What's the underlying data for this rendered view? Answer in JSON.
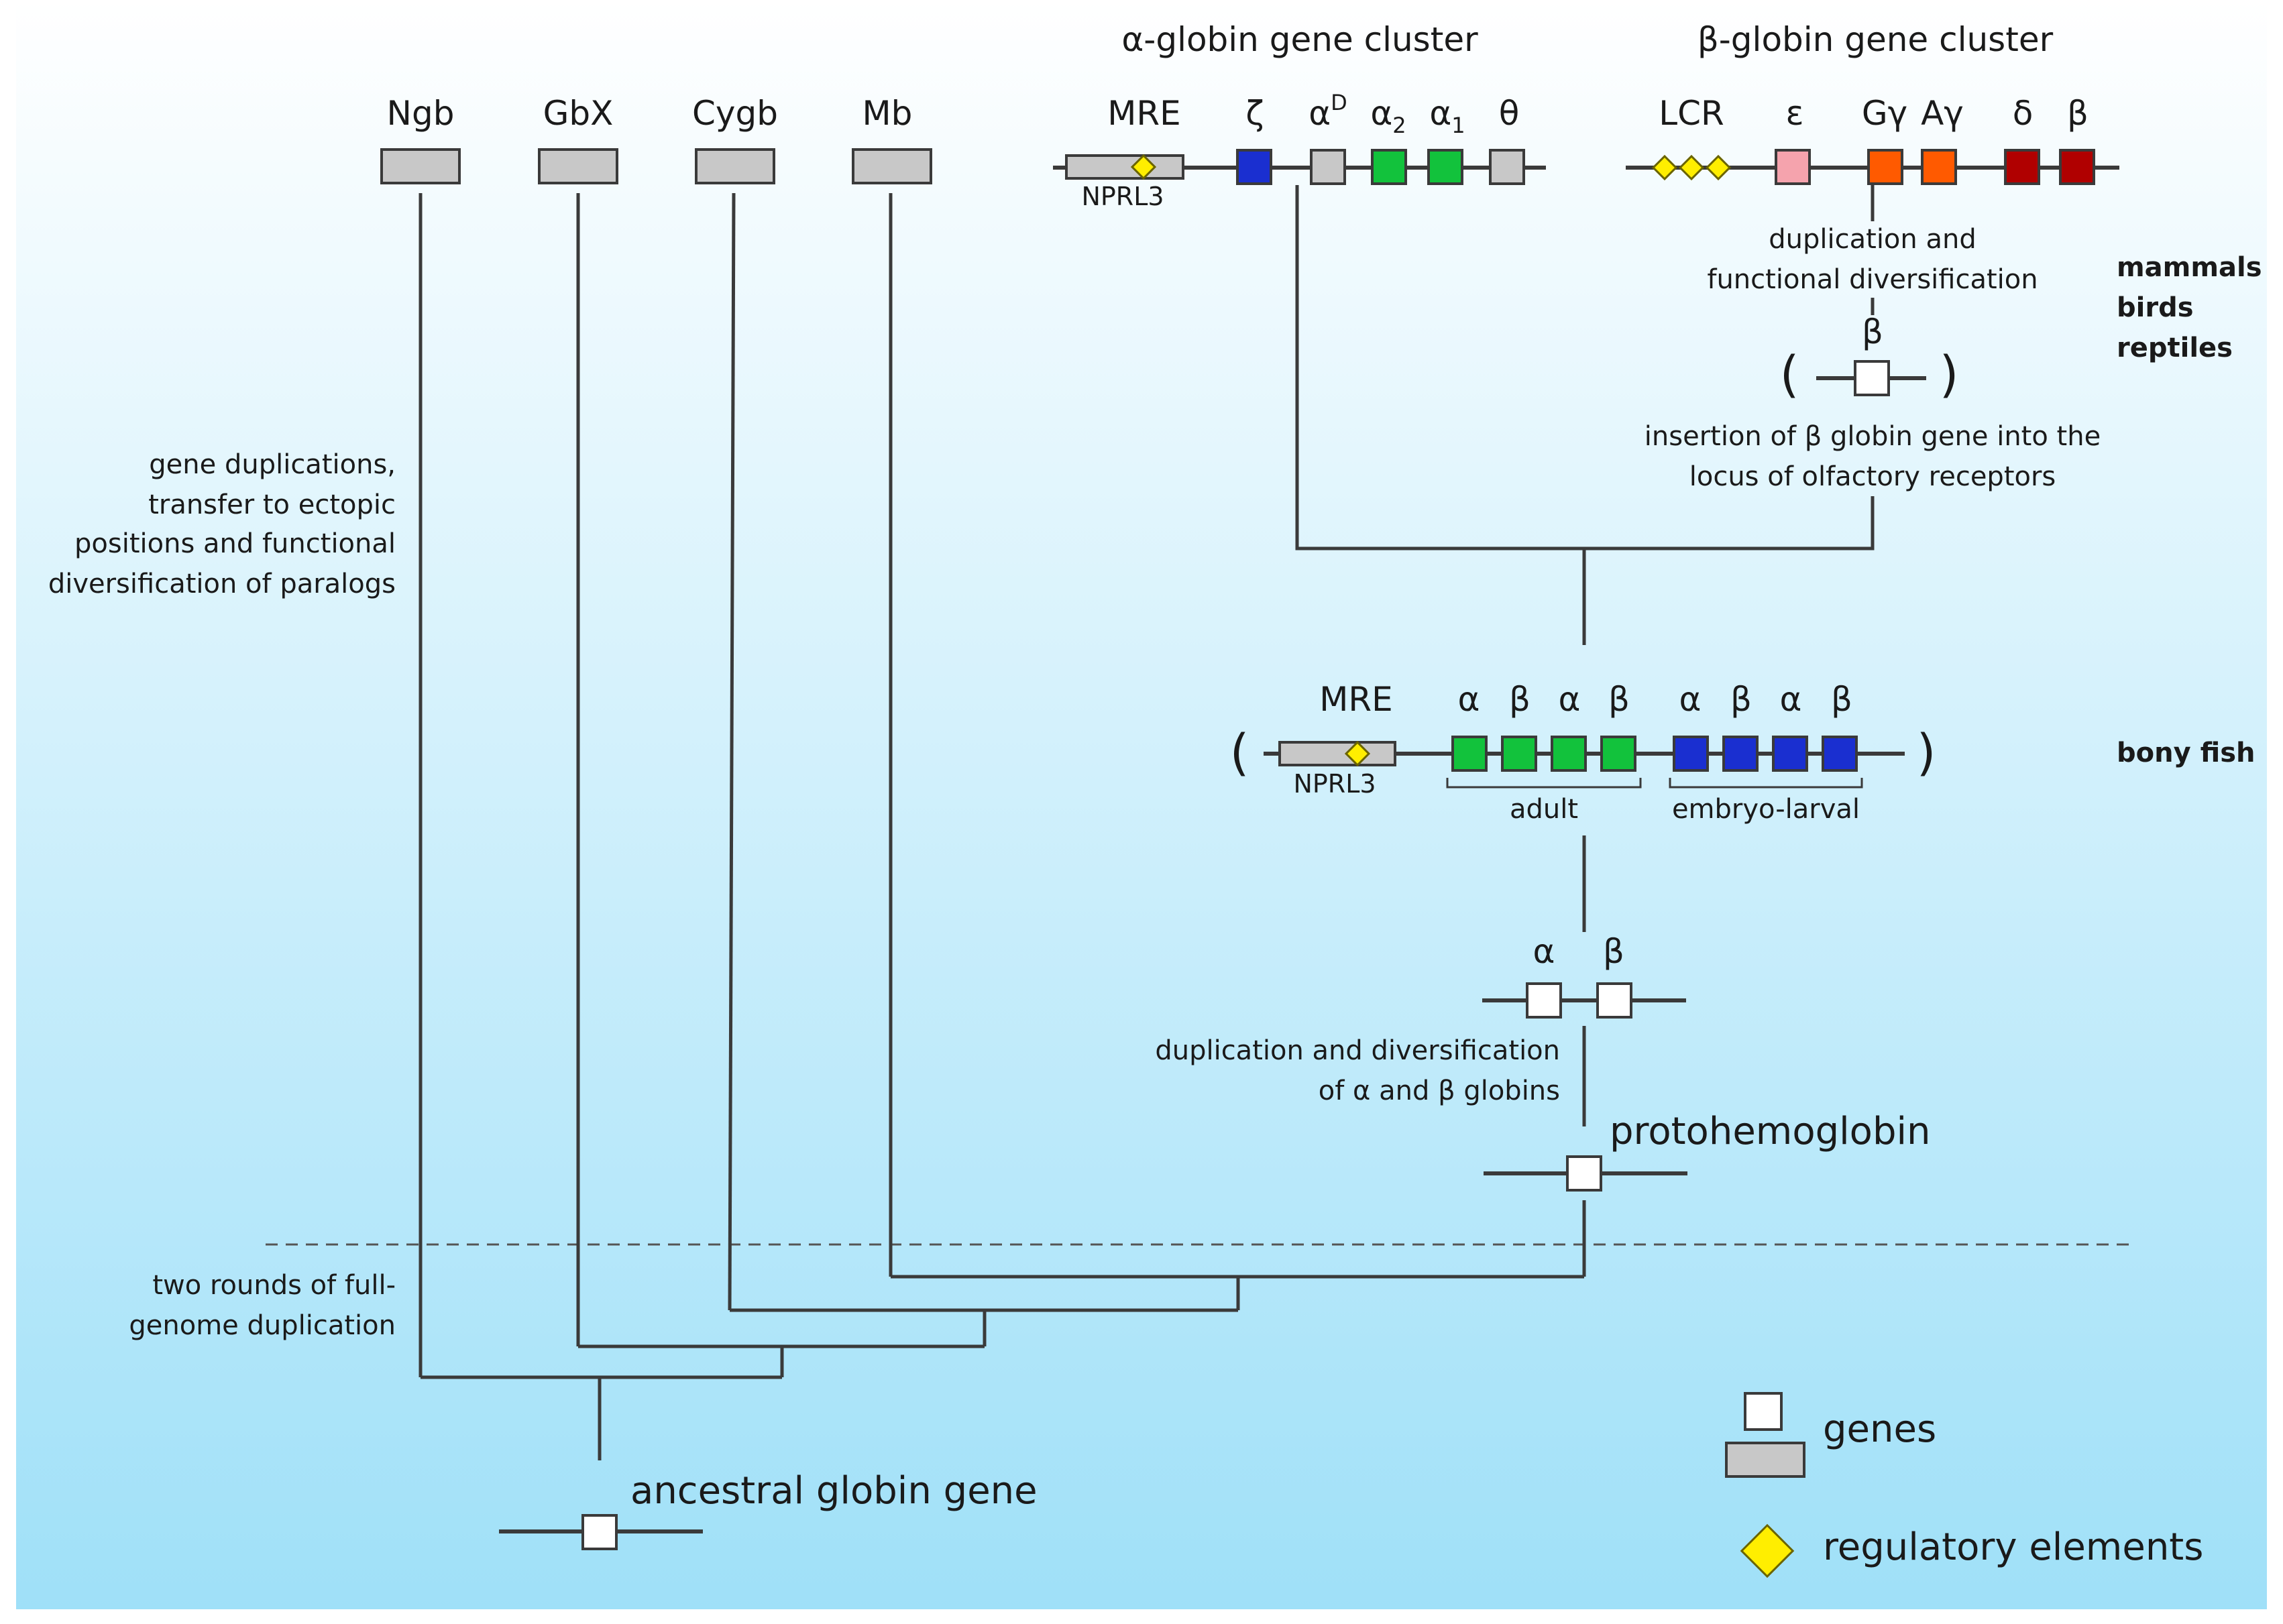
{
  "clusters": {
    "alpha_title": "α-globin gene cluster",
    "beta_title": "β-globin gene cluster"
  },
  "paralogs": [
    "Ngb",
    "GbX",
    "Cygb",
    "Mb"
  ],
  "alpha_cluster": {
    "mre": "MRE",
    "nprl3": "NPRL3",
    "genes": [
      {
        "label": "ζ",
        "sub": "",
        "sup": "",
        "color": "#1a2fd0"
      },
      {
        "label": "α",
        "sub": "",
        "sup": "D",
        "color": "#c8c8c8"
      },
      {
        "label": "α",
        "sub": "2",
        "sup": "",
        "color": "#12c23c"
      },
      {
        "label": "α",
        "sub": "1",
        "sup": "",
        "color": "#12c23c"
      },
      {
        "label": "θ",
        "sub": "",
        "sup": "",
        "color": "#c8c8c8"
      }
    ]
  },
  "beta_cluster": {
    "lcr": "LCR",
    "genes": [
      {
        "label": "ε",
        "color": "#f5a3ad"
      },
      {
        "label": "Gγ",
        "color": "#ff5a00"
      },
      {
        "label": "Aγ",
        "color": "#ff5a00"
      },
      {
        "label": "δ",
        "color": "#b00000"
      },
      {
        "label": "β",
        "color": "#b00000"
      }
    ]
  },
  "groups": {
    "mammals": "mammals",
    "birds": "birds",
    "reptiles": "reptiles",
    "bony_fish": "bony fish"
  },
  "notes": {
    "dup_func_1": "duplication and",
    "dup_func_2": "functional diversification",
    "insertion_1": "insertion of β globin gene into the",
    "insertion_2": "locus of olfactory receptors",
    "gene_dup_1": "gene duplications,",
    "gene_dup_2": "transfer to ectopic",
    "gene_dup_3": "positions and functional",
    "gene_dup_4": "diversification of paralogs",
    "dup_ab_1": "duplication and diversification",
    "dup_ab_2": "of α and β globins",
    "two_rounds_1": "two rounds of full-",
    "two_rounds_2": "genome duplication"
  },
  "insertion_beta": "β",
  "fish": {
    "mre": "MRE",
    "nprl3": "NPRL3",
    "gene_labels": [
      "α",
      "β",
      "α",
      "β",
      "α",
      "β",
      "α",
      "β"
    ],
    "adult_color": "#12c23c",
    "embryo_color": "#1a2fd0",
    "adult": "adult",
    "embryo": "embryo-larval"
  },
  "proto_pair": {
    "alpha": "α",
    "beta": "β"
  },
  "protohemoglobin": "protohemoglobin",
  "ancestral": "ancestral globin gene",
  "legend": {
    "genes": "genes",
    "regulatory": "regulatory elements"
  },
  "colors": {
    "bg_top": "#ffffff",
    "bg_bottom": "#9fe0f8",
    "gene_grey": "#c8c8c8",
    "regulatory": "#ffee00"
  }
}
